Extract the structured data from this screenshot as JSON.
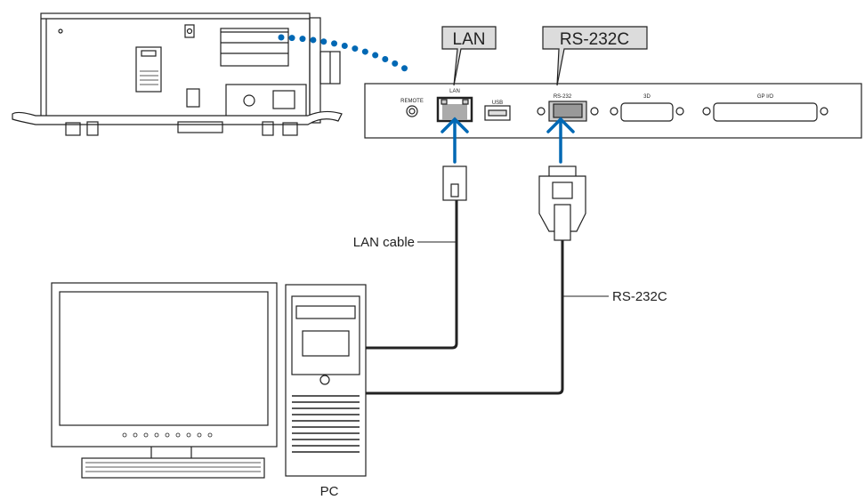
{
  "callouts": {
    "lan": "LAN",
    "rs232c": "RS-232C"
  },
  "panel": {
    "remote": "REMOTE",
    "lan": "LAN",
    "usb": "USB",
    "rs232": "RS-232",
    "threed": "3D",
    "gpio": "GP I/O"
  },
  "labels": {
    "lan_cable": "LAN cable",
    "rs232c_cable": "RS-232C",
    "pc": "PC"
  },
  "colors": {
    "accent": "#0068b4",
    "callout_fill": "#dcdcdc"
  }
}
